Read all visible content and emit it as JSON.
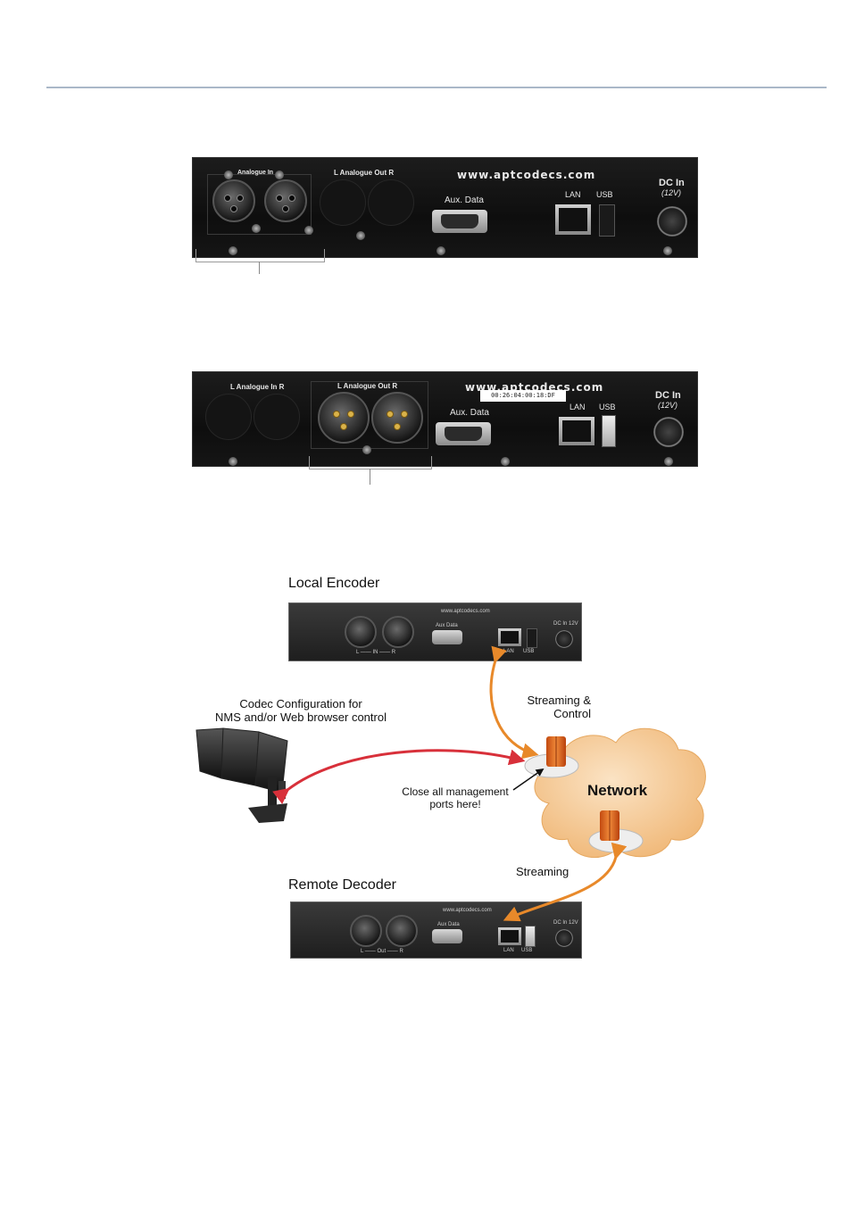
{
  "panel_top": {
    "analogue_in": "Analogue In",
    "analogue_out": "L  Analogue Out  R",
    "url": "www.aptcodecs.com",
    "aux_data": "Aux. Data",
    "lan": "LAN",
    "usb": "USB",
    "dc_in": "DC In",
    "dc_volt": "(12V)"
  },
  "panel_bottom": {
    "analogue_in": "L   Analogue In   R",
    "analogue_out": "L   Analogue Out   R",
    "url": "www.aptcodecs.com",
    "mac": "00:26:04:00:18:DF",
    "aux_data": "Aux. Data",
    "lan": "LAN",
    "usb": "USB",
    "dc_in": "DC In",
    "dc_volt": "(12V)"
  },
  "diagram": {
    "local_encoder": "Local Encoder",
    "remote_decoder": "Remote Decoder",
    "codec_config_line1": "Codec Configuration for",
    "codec_config_line2": "NMS and/or Web browser control",
    "streaming_control_line1": "Streaming &",
    "streaming_control_line2": "Control",
    "close_ports_line1": "Close all management",
    "close_ports_line2": "ports here!",
    "network": "Network",
    "streaming": "Streaming",
    "mini_url": "www.aptcodecs.com",
    "mini_aux": "Aux Data",
    "mini_lan": "LAN",
    "mini_usb": "USB",
    "mini_dc": "DC In 12V",
    "mini_in": "L —— IN —— R",
    "mini_out": "L —— Out —— R"
  },
  "colors": {
    "rule": "#aab8c8",
    "arrow_orange": "#e8892a",
    "arrow_red": "#d8303a",
    "cloud": "#f6cf9e",
    "firewall": "#e0641e"
  }
}
